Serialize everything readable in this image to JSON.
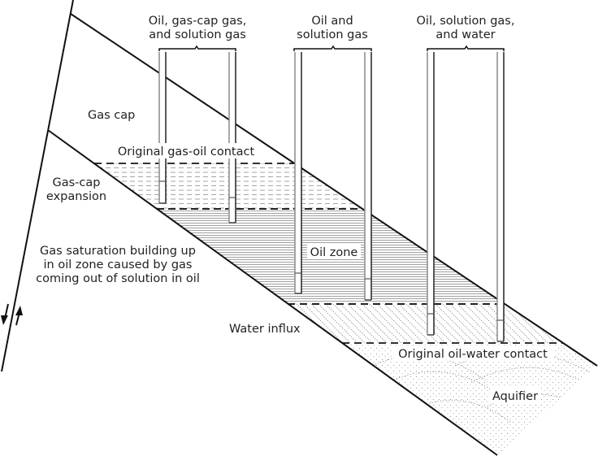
{
  "diagram": {
    "title": "Oil reservoir drive mechanisms",
    "wells": {
      "groups": [
        {
          "label_lines": [
            "Oil, gas-cap gas,",
            "and solution gas"
          ],
          "production": "oil, gas-cap gas, solution gas"
        },
        {
          "label_lines": [
            "Oil and",
            "solution gas"
          ],
          "production": "oil, solution gas"
        },
        {
          "label_lines": [
            "Oil, solution gas,",
            "and water"
          ],
          "production": "oil, solution gas, water"
        }
      ]
    },
    "zones": {
      "gas_cap": "Gas cap",
      "gas_cap_expansion_lines": [
        "Gas-cap",
        "expansion"
      ],
      "gas_saturation_lines": [
        "Gas saturation building up",
        "in oil zone caused by gas",
        "coming out of solution in oil"
      ],
      "oil_zone": "Oil zone",
      "water_influx": "Water influx",
      "aquifier": "Aquifier"
    },
    "contacts": {
      "gas_oil": "Original gas-oil contact",
      "oil_water": "Original oil-water contact"
    },
    "fault": {
      "icon": "fault-displacement-arrows-icon"
    },
    "colors": {
      "line": "#1a1a1a",
      "hatch": "#9a9a9a",
      "well_left": "#8a8a8a",
      "text": "#222222"
    }
  }
}
